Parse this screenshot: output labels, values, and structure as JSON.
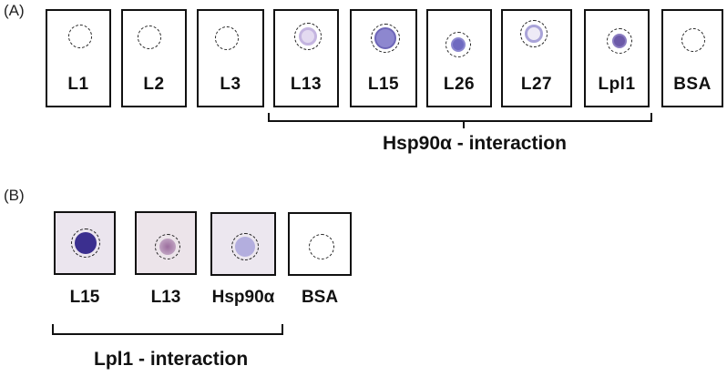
{
  "panel_a": {
    "label": "(A)",
    "strips": [
      {
        "label": "L1",
        "signal": "none"
      },
      {
        "label": "L2",
        "signal": "none"
      },
      {
        "label": "L3",
        "signal": "none"
      },
      {
        "label": "L13",
        "signal": "faint-ring"
      },
      {
        "label": "L15",
        "signal": "moderate"
      },
      {
        "label": "L26",
        "signal": "moderate"
      },
      {
        "label": "L27",
        "signal": "faint-ring"
      },
      {
        "label": "Lpl1",
        "signal": "moderate"
      },
      {
        "label": "BSA",
        "signal": "none"
      }
    ],
    "group_label": "Hsp90α - interaction"
  },
  "panel_b": {
    "label": "(B)",
    "squares": [
      {
        "label": "L15",
        "signal": "strong"
      },
      {
        "label": "L13",
        "signal": "weak"
      },
      {
        "label": "Hsp90α",
        "signal": "moderate-light"
      },
      {
        "label": "BSA",
        "signal": "none"
      }
    ],
    "group_label": "Lpl1 - interaction"
  },
  "colors": {
    "strong_spot": "#3b2f8f",
    "moderate_spot": "#7b73c4",
    "faint_spot": "#c8bfe0",
    "weak_spot": "#a77aa7",
    "membrane_bg": "#ece6ee",
    "white_bg": "#ffffff"
  }
}
